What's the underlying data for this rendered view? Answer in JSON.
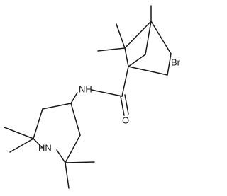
{
  "atoms": {
    "bromine": "Br",
    "amide_nh": "NH",
    "carbonyl_o": "O",
    "ring_nh": "HN"
  },
  "colors": {
    "bond": "#1a1a1a",
    "label": "#1a1a1a",
    "background": "#ffffff"
  }
}
